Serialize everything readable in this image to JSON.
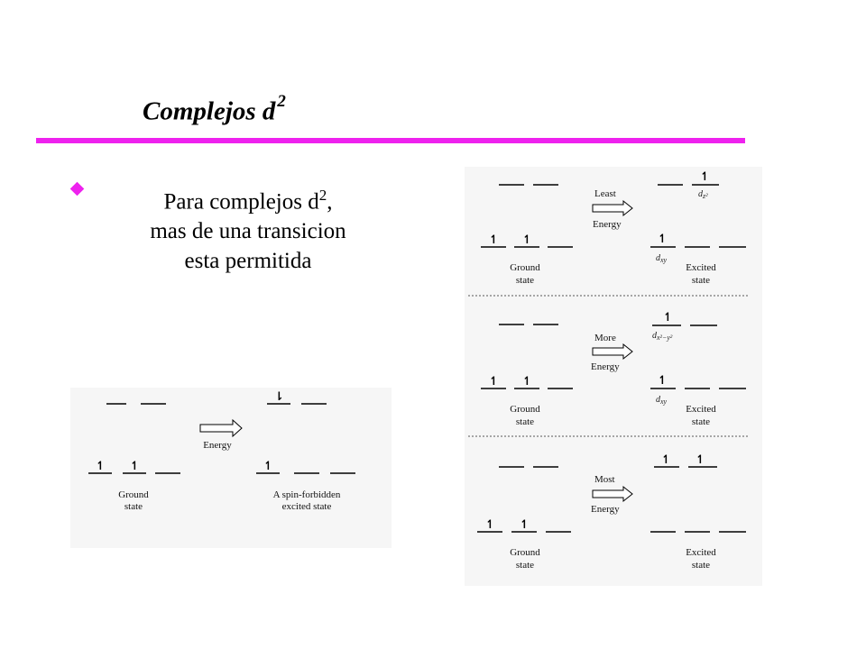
{
  "slide": {
    "title": "Complejos d",
    "title_sup": "2",
    "bullet": {
      "line1": "Para complejos d",
      "line1_sup": "2",
      "line1_end": ",",
      "line2": "mas de una transicion",
      "line3": "esta permitida"
    },
    "accent_color": "#ee22ee"
  },
  "left_diagram": {
    "arrow_label": "Energy",
    "ground_label": [
      "Ground",
      "state"
    ],
    "excited_label": [
      "A spin-forbidden",
      "excited state"
    ],
    "spin_up": "↿",
    "spin_down": "⇂"
  },
  "right_diagram": {
    "spin_up": "↿",
    "ground_label": [
      "Ground",
      "state"
    ],
    "excited_label": [
      "Excited",
      "state"
    ],
    "rows": [
      {
        "arrow_label": [
          "Least",
          "Energy"
        ],
        "orbital_upper": "d",
        "orbital_upper_sub": "z²",
        "orbital_lower": "d",
        "orbital_lower_sub": "xy"
      },
      {
        "arrow_label": [
          "More",
          "Energy"
        ],
        "orbital_upper": "d",
        "orbital_upper_sub": "x²−y²",
        "orbital_lower": "d",
        "orbital_lower_sub": "xy"
      },
      {
        "arrow_label": [
          "Most",
          "Energy"
        ]
      }
    ]
  }
}
